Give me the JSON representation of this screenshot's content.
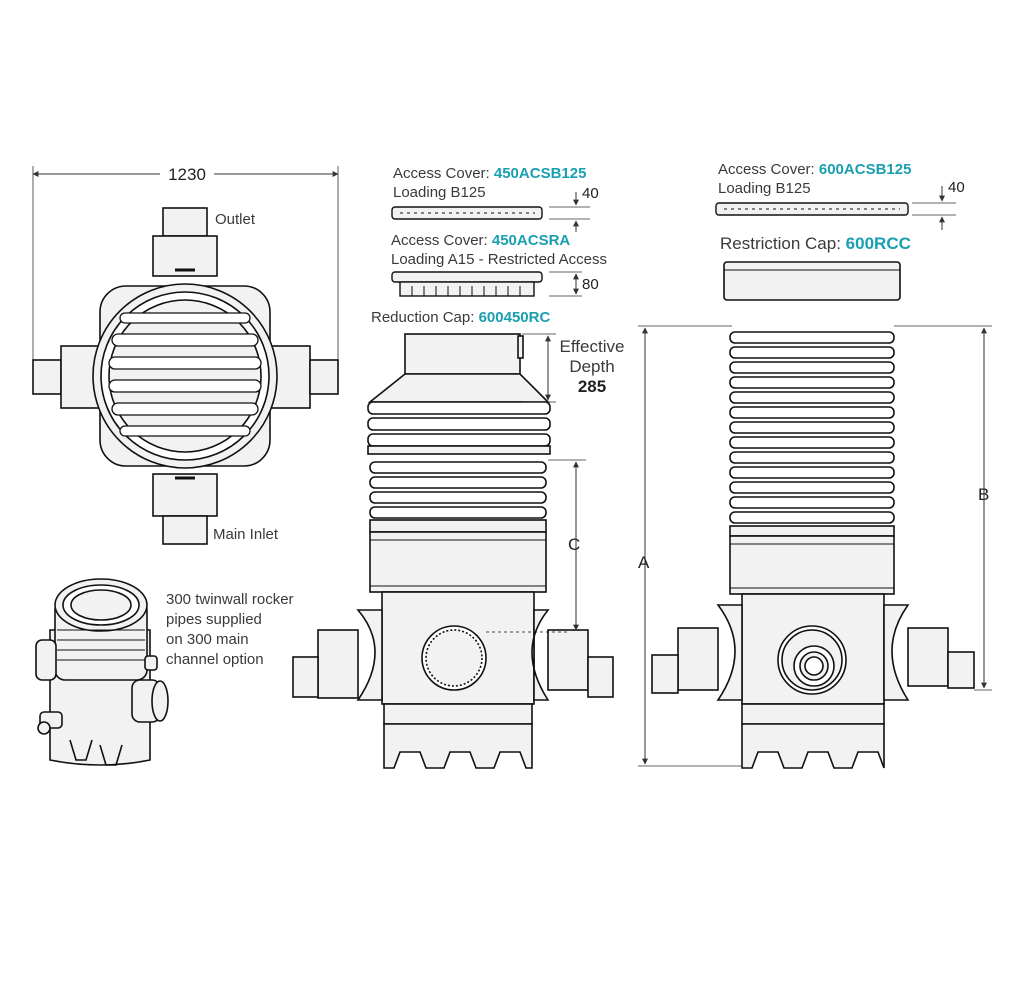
{
  "colors": {
    "code": "#1a9fb0",
    "line": "#111111",
    "body_fill": "#f2f2f2"
  },
  "plan_view": {
    "width_dim": "1230",
    "outlet_label": "Outlet",
    "main_inlet_label": "Main Inlet"
  },
  "iso_view": {
    "note_lines": [
      "300 twinwall rocker",
      "pipes supplied",
      "on 300 main",
      "channel option"
    ]
  },
  "chamber_450": {
    "cover_b125_prefix": "Access Cover: ",
    "cover_b125_code": "450ACSB125",
    "cover_b125_loading": "Loading B125",
    "cover_b125_dim": "40",
    "cover_a15_prefix": "Access Cover: ",
    "cover_a15_code": "450ACSRA",
    "cover_a15_loading": "Loading A15 - Restricted Access",
    "cover_a15_dim": "80",
    "reduction_prefix": "Reduction Cap: ",
    "reduction_code": "600450RC",
    "effective_line1": "Effective",
    "effective_line2": "Depth",
    "effective_value": "285",
    "dim_c": "C"
  },
  "chamber_600": {
    "cover_prefix": "Access Cover: ",
    "cover_code": "600ACSB125",
    "cover_loading": "Loading B125",
    "cover_dim": "40",
    "restriction_prefix": "Restriction Cap: ",
    "restriction_code": "600RCC",
    "dim_a": "A",
    "dim_b": "B"
  }
}
